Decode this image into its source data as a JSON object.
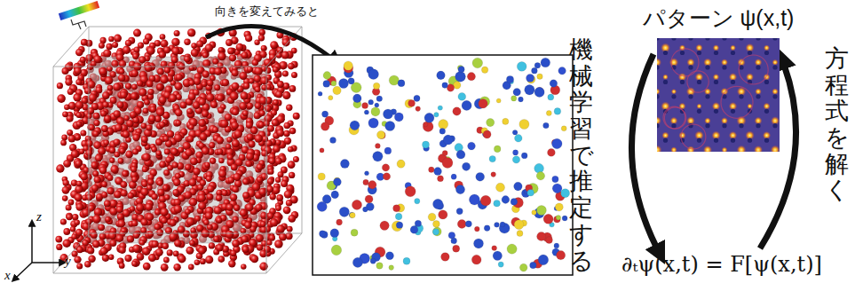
{
  "diagram": {
    "nodes": [
      {
        "text": [
          "パターン ψ(x,t)"
        ]
      },
      {
        "text": [
          "∂ₜψ(x,t) = F[ψ(x,t)]"
        ]
      }
    ],
    "edges": [
      {
        "from": 0,
        "to": 1,
        "arrow": "to",
        "label": "機械学習で推定する"
      },
      {
        "from": 1,
        "to": 0,
        "arrow": "to",
        "label": "方程式を解く"
      }
    ],
    "labels": [
      "向きを変えてみると",
      "x",
      "y",
      "z"
    ]
  }
}
